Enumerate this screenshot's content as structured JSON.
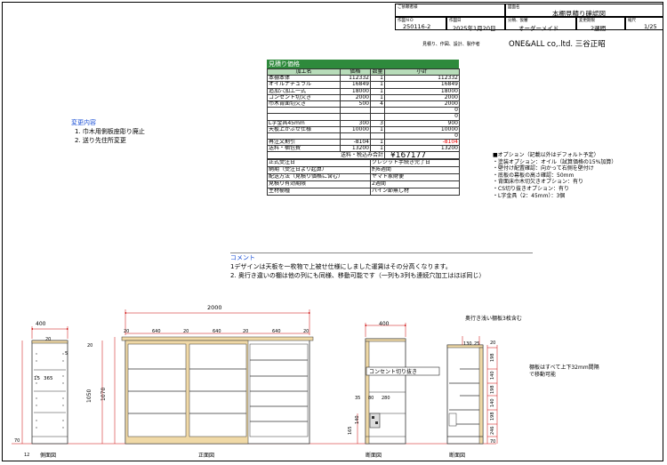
{
  "title_block": {
    "client_label": "ご依頼者様",
    "drawing_name_label": "図面名",
    "drawing_name": "本棚見積り確認図",
    "order_no_label": "作図ＮＯ",
    "order_no": "250116-2",
    "date_label": "作図日",
    "date": "2025年1月20日",
    "category_label": "分類、仮審",
    "category": "オーダーメイド",
    "lead_time_label": "変更期限",
    "lead_time": "2週間",
    "scale_label": "縮尺",
    "scale": "1/25",
    "maker_label": "見積り、作図、設計、製作者",
    "maker": "ONE&ALL co,.ltd. 三谷正昭"
  },
  "change": {
    "title": "変更内容",
    "items": [
      "1. 巾木用側板座彫り廃止",
      "2. 送り先住所変更"
    ]
  },
  "estimate": {
    "title": "見積り価格",
    "columns": [
      "加工名",
      "価格",
      "数量",
      "小計"
    ],
    "rows": [
      {
        "name": "本棚本体",
        "price": "112332",
        "qty": "1",
        "subtotal": "112332"
      },
      {
        "name": "オイルナチュラル",
        "price": "16849",
        "qty": "1",
        "subtotal": "16849"
      },
      {
        "name": "追加穴加工一式",
        "price": "18000",
        "qty": "1",
        "subtotal": "18000"
      },
      {
        "name": "コンセント切欠き",
        "price": "2000",
        "qty": "1",
        "subtotal": "2000"
      },
      {
        "name": "巾木背面切欠き",
        "price": "500",
        "qty": "4",
        "subtotal": "2000"
      },
      {
        "name": "",
        "price": "",
        "qty": "",
        "subtotal": "0"
      },
      {
        "name": "",
        "price": "",
        "qty": "",
        "subtotal": "0"
      },
      {
        "name": "L字金具45mm",
        "price": "300",
        "qty": "3",
        "subtotal": "900"
      },
      {
        "name": "天板上かぶせ仕様",
        "price": "10000",
        "qty": "1",
        "subtotal": "10000"
      },
      {
        "name": "",
        "price": "",
        "qty": "",
        "subtotal": "0"
      },
      {
        "name": "再注文割引",
        "price": "-8104",
        "qty": "1",
        "subtotal": "-8104"
      },
      {
        "name": "送料・梱包費",
        "price": "13200",
        "qty": "1",
        "subtotal": "13200"
      }
    ],
    "total_label": "送料・税込み合計",
    "total": "¥167177",
    "info": [
      {
        "label": "正式受注日",
        "value": "クレジット手続き完了日"
      },
      {
        "label": "納期（受注日より起算）",
        "value": "約6週間"
      },
      {
        "label": "配送方法（見積り価格に含む）",
        "value": "ヤマト家財便"
      },
      {
        "label": "見積り有効期限",
        "value": "2週間"
      },
      {
        "label": "主材樹種",
        "value": "パイン節無し材"
      }
    ]
  },
  "options": {
    "title": "■オプション（記載以外はデフォルト予定）",
    "items": [
      "・塗装オプション：オイル（試算価格の15%加算）",
      "・壁付け配置確認：向かって右側を壁付け",
      "・底板の幕板の高さ確認：50mm",
      "・背面床巾木切欠きオプション：有り",
      "・CS切り抜きオプション：有り",
      "・L字金具（2：45mm）：3個"
    ]
  },
  "comment": {
    "title": "コメント",
    "lines": [
      "1デザインは天板を一枚物で上被せ仕様にしました運賃はその分高くなります。",
      "2. 奥行き違いの棚は他の列にも同様、移動可能です（一列も3列も連続穴加工はほぼ同じ）"
    ]
  },
  "drawings": {
    "side_label": "側面図",
    "front_label": "正面図",
    "section1_label": "断面図",
    "section2_label": "断面図",
    "side_width": "400",
    "front_width": "2000",
    "front_dims": [
      "20",
      "640",
      "20",
      "640",
      "20",
      "640",
      "20"
    ],
    "height_1050": "1050",
    "height_1070": "1070",
    "top_20": "20",
    "base_70": "70",
    "base_12": "12",
    "side_5": "5",
    "side_365": "365",
    "side_15": "15",
    "section_width": "400",
    "outlet_label": "コンセント切り抜き",
    "outlet_35": "35",
    "outlet_80": "80",
    "outlet_280": "280",
    "outlet_165": "165",
    "outlet_140": "140",
    "shallow_label": "奥行き浅い棚板3枚含む",
    "shallow_130": "130",
    "shallow_25": "25",
    "shelf_note_1": "棚板はすべて上下32mm間隔",
    "shelf_note_2": "で移動可能",
    "section2_heights": [
      "20",
      "198",
      "140",
      "198",
      "140",
      "198",
      "246",
      "70"
    ]
  }
}
